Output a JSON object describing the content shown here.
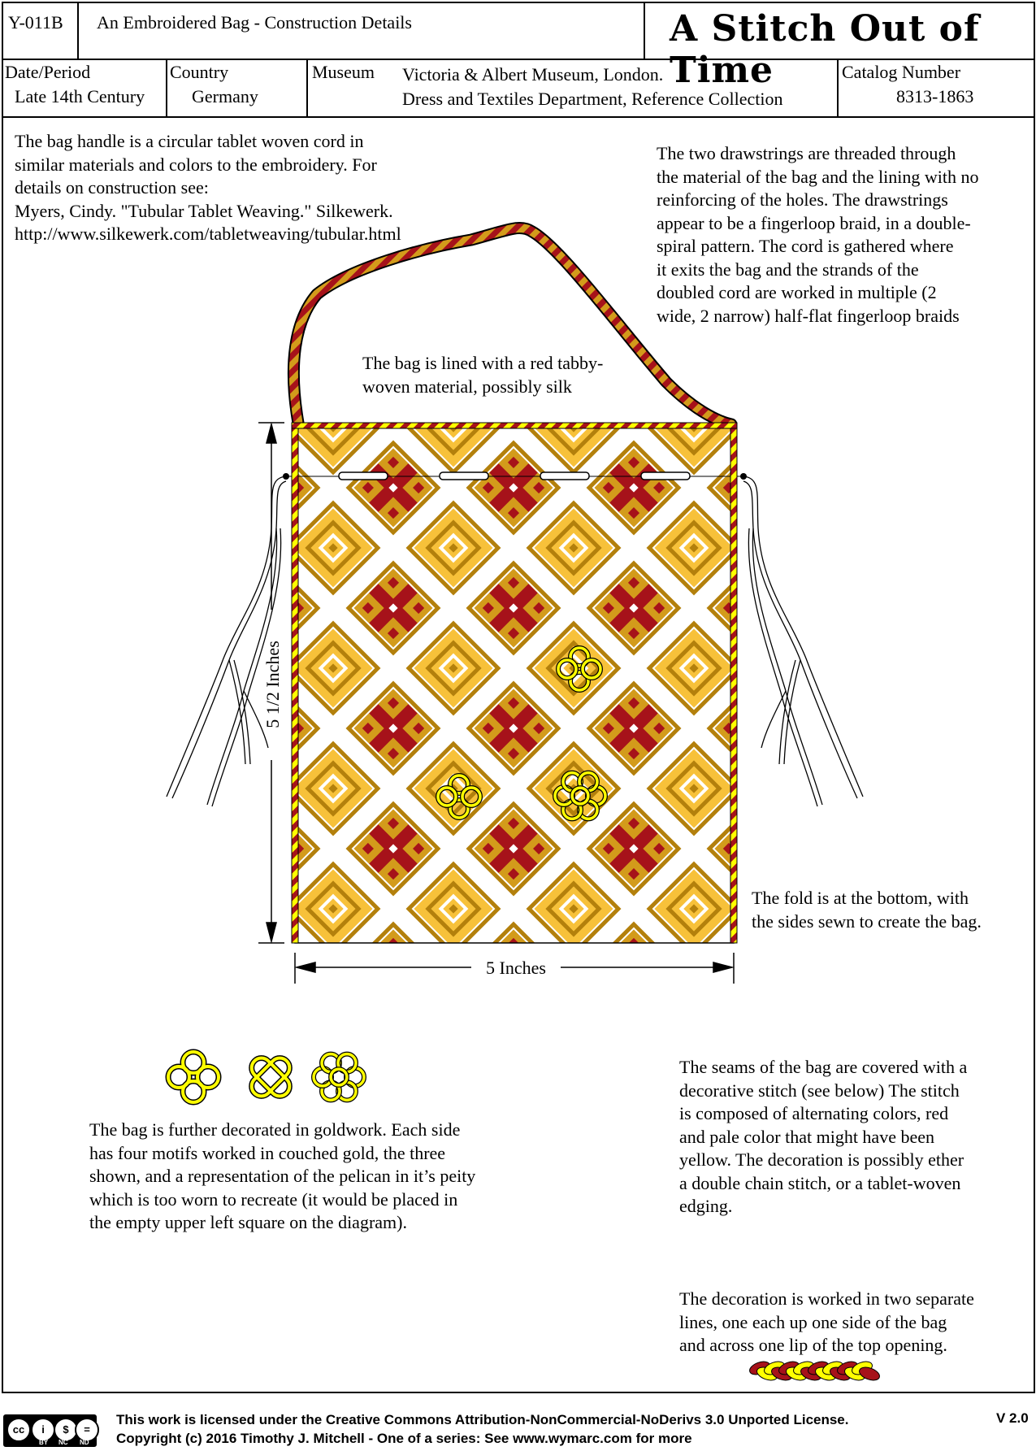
{
  "header": {
    "id": "Y-011B",
    "title": "An Embroidered Bag - Construction Details",
    "brand": "A Stitch Out of Time",
    "date_label": "Date/Period",
    "date_value": "Late 14th Century",
    "country_label": "Country",
    "country_value": "Germany",
    "museum_label": "Museum",
    "museum_line1": "Victoria & Albert Museum, London.",
    "museum_line2": "Dress and Textiles Department, Reference Collection",
    "catalog_label": "Catalog Number",
    "catalog_value": "8313-1863"
  },
  "notes": {
    "handle": "The bag handle is a circular tablet woven cord in\nsimilar materials and colors to the embroidery. For\ndetails on construction see:\nMyers, Cindy. \"Tubular Tablet Weaving.\" Silkewerk.\nhttp://www.silkewerk.com/tabletweaving/tubular.html",
    "drawstrings": "The two drawstrings are threaded through\nthe material of the bag and the lining with no\nreinforcing of the holes. The drawstrings\nappear to be a fingerloop braid, in a double-\nspiral pattern. The cord is gathered where\nit exits the bag and the strands of the\ndoubled cord are worked in multiple (2\nwide, 2 narrow) half-flat fingerloop braids",
    "lining": "The bag is lined with a red tabby-\nwoven material, possibly silk",
    "fold": "The fold is at the bottom, with\nthe sides sewn to create the bag.",
    "goldwork": "The bag is further decorated in goldwork. Each side\nhas four motifs worked in couched gold, the three\nshown, and a representation of the pelican in it’s peity\nwhich is too worn to recreate (it would be placed in\nthe empty upper left square on the diagram).",
    "seams": "The seams of the bag are covered with a\ndecorative stitch (see below) The stitch\nis composed of alternating colors, red\nand pale color that might have been\nyellow. The decoration is possibly ether\na double chain stitch, or a tablet-woven\nedging.",
    "decoration": "The decoration is worked in two separate\nlines, one each up one side of the bag\nand across one lip of the top opening."
  },
  "dimensions": {
    "height_label": "5 1/2 Inches",
    "width_label": "5 Inches"
  },
  "colors": {
    "gold": "#f7c13a",
    "ochre": "#d39b1b",
    "dark_gold": "#b3800c",
    "red": "#a6121a",
    "yellow": "#ffff00",
    "white": "#ffffff"
  },
  "footer": {
    "license": "This work is licensed under the Creative Commons Attribution-NonCommercial-NoDerivs 3.0 Unported License.",
    "copyright": "Copyright (c) 2016 Timothy J. Mitchell - One of a series: See www.wymarc.com for more",
    "version": "V 2.0",
    "cc_by": "BY",
    "cc_nc": "NC",
    "cc_nd": "ND"
  }
}
